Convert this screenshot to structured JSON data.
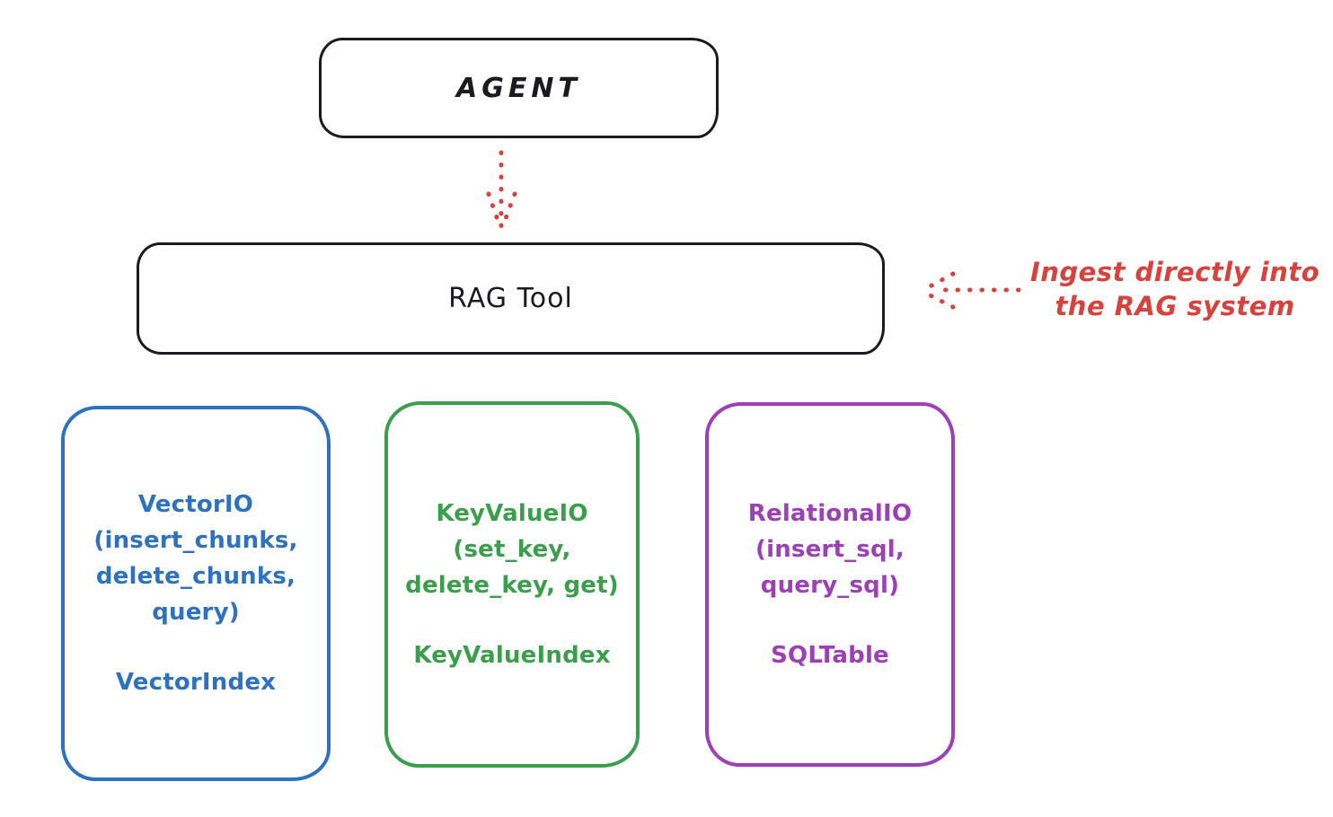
{
  "agent": {
    "label": "AGENT"
  },
  "rag_tool": {
    "label": "RAG Tool"
  },
  "annotation": {
    "line1": "Ingest directly into",
    "line2": "the RAG system"
  },
  "arrows": {
    "agent_to_ragtool": {
      "style": "dotted",
      "direction": "down"
    },
    "annotation_to_ragtool": {
      "style": "dotted",
      "direction": "left"
    }
  },
  "backends": [
    {
      "io_label": "VectorIO",
      "methods": "(insert_chunks,\ndelete_chunks,\nquery)",
      "index_label": "VectorIndex",
      "color": "#2e72bf"
    },
    {
      "io_label": "KeyValueIO",
      "methods": "(set_key,\ndelete_key, get)",
      "index_label": "KeyValueIndex",
      "color": "#3a9e4c"
    },
    {
      "io_label": "RelationalIO",
      "methods": "(insert_sql,\nquery_sql)",
      "index_label": "SQLTable",
      "color": "#9d3fb6"
    }
  ],
  "colors": {
    "ink": "#1b1b1f",
    "accent_red": "#d8423c",
    "background": "#ffffff"
  }
}
